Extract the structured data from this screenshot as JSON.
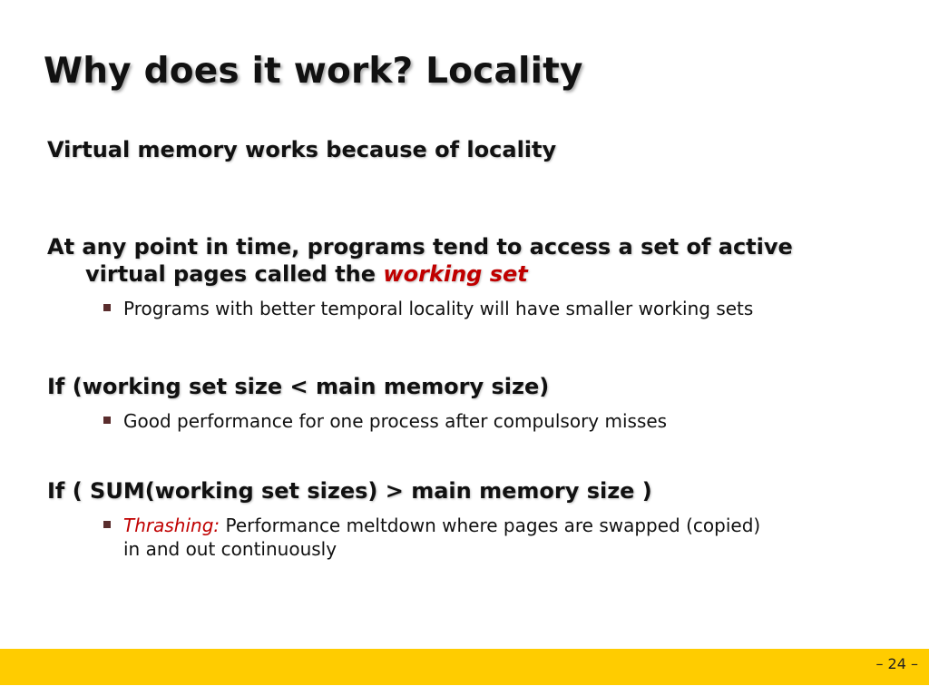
{
  "slide": {
    "title": "Why does it work?  Locality",
    "point_1": "Virtual memory works because of locality",
    "point_2": {
      "line_1": "At any point in time, programs tend to access a set of active",
      "line_2_prefix": "virtual pages called the",
      "line_2_accent": "working set"
    },
    "subpoint_2": "Programs with better temporal locality will have smaller working sets",
    "point_3": "If (working set size < main memory size)",
    "subpoint_3": "Good performance for one process after compulsory misses",
    "point_4": "If ( SUM(working set sizes) > main memory size )",
    "subpoint_4": {
      "prefix": "Thrashing:",
      "line_1": "Performance meltdown where pages are swapped (copied)",
      "line_2": "in and out continuously"
    },
    "page_number": "– 24 –"
  },
  "colors": {
    "accent": "#c00000",
    "footer": "#ffcc00",
    "bullet": "#5a2d2d"
  },
  "icons": {
    "bullet": "square-bullet-icon"
  }
}
